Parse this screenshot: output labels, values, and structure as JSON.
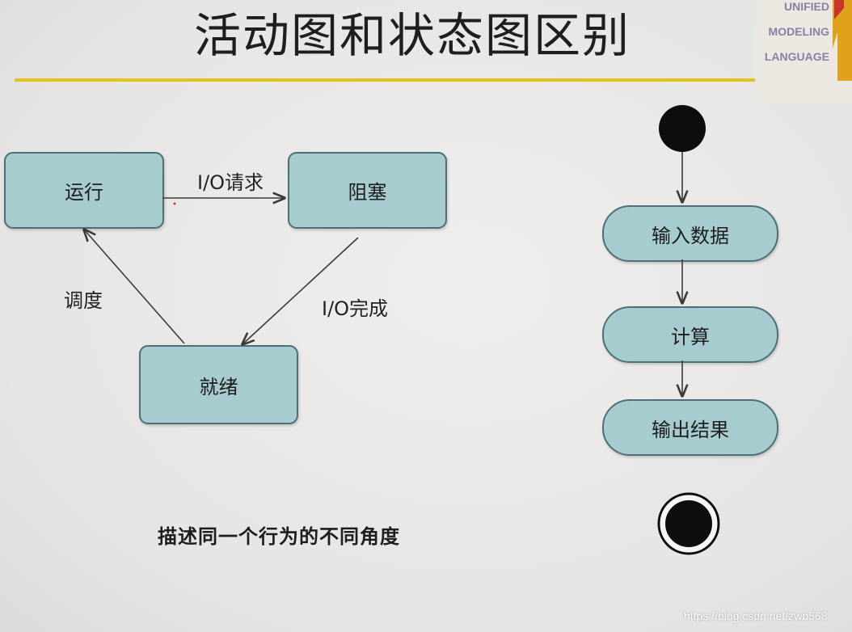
{
  "slide": {
    "title": "活动图和状态图区别",
    "caption": "描述同一个行为的不同角度",
    "watermark": "https://blog.csdn.net/zwb568"
  },
  "logo": {
    "line1": "UNIFIED",
    "line2": "MODELING",
    "line3": "LANGUAGE"
  },
  "state_diagram": {
    "states": [
      "运行",
      "阻塞",
      "就绪"
    ],
    "transitions": [
      {
        "from": "运行",
        "to": "阻塞",
        "label": "I/O请求"
      },
      {
        "from": "阻塞",
        "to": "就绪",
        "label": "I/O完成"
      },
      {
        "from": "就绪",
        "to": "运行",
        "label": "调度"
      }
    ]
  },
  "activity_diagram": {
    "activities": [
      "输入数据",
      "计算",
      "输出结果"
    ]
  },
  "colors": {
    "node_fill": "#a7cccf",
    "node_border": "#4d6f77",
    "title_rule": "#e4c21a"
  }
}
